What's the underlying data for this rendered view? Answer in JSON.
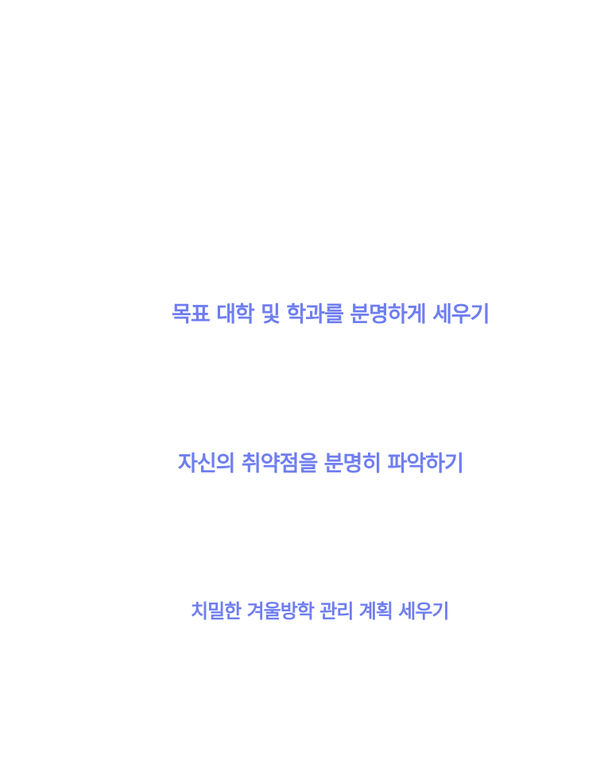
{
  "colors": {
    "text": "#6f7ef0",
    "background": "#ffffff"
  },
  "lines": [
    {
      "text": "목표 대학 및 학과를 분명하게 세우기"
    },
    {
      "text": "자신의 취약점을 분명히 파악하기"
    },
    {
      "text": "치밀한 겨울방학 관리 계획 세우기"
    }
  ]
}
